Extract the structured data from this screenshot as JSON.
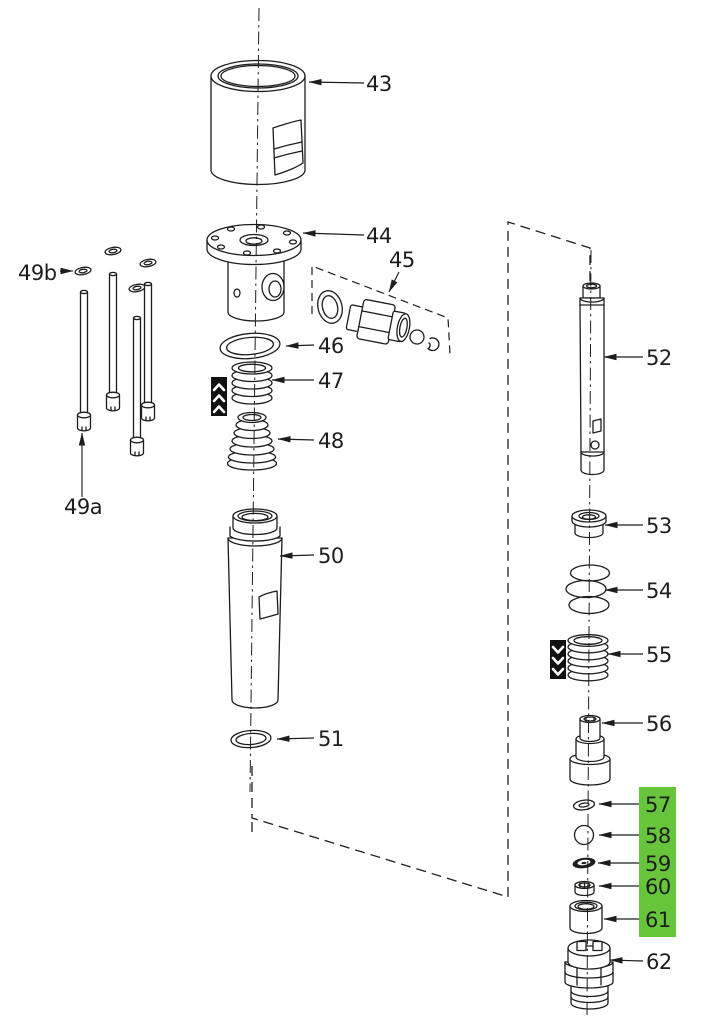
{
  "colors": {
    "highlight": "#67C53C",
    "ink": "#1D1D1B",
    "background": "#FFFFFF"
  },
  "callouts": {
    "43": {
      "label": "43"
    },
    "44": {
      "label": "44"
    },
    "45": {
      "label": "45"
    },
    "46": {
      "label": "46"
    },
    "47": {
      "label": "47"
    },
    "48": {
      "label": "48"
    },
    "49a": {
      "label": "49a"
    },
    "49b": {
      "label": "49b"
    },
    "50": {
      "label": "50"
    },
    "51": {
      "label": "51"
    },
    "52": {
      "label": "52"
    },
    "53": {
      "label": "53"
    },
    "54": {
      "label": "54"
    },
    "55": {
      "label": "55"
    },
    "56": {
      "label": "56"
    },
    "57": {
      "label": "57",
      "highlighted": true
    },
    "58": {
      "label": "58",
      "highlighted": true
    },
    "59": {
      "label": "59",
      "highlighted": true
    },
    "60": {
      "label": "60",
      "highlighted": true
    },
    "61": {
      "label": "61",
      "highlighted": true
    },
    "62": {
      "label": "62"
    }
  },
  "highlighted_callouts": [
    "57",
    "58",
    "59",
    "60",
    "61"
  ],
  "icons": {
    "spring_upper_marker": "triple-chevron-up",
    "spring_lower_marker": "triple-chevron-down"
  }
}
